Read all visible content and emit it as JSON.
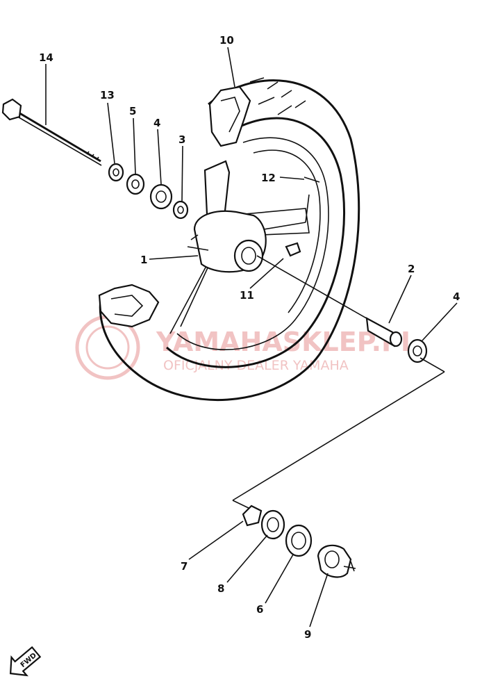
{
  "watermark": {
    "brand": "YAMAHASKLEP.PL",
    "tagline": "OFICJALNY DEALER YAMAHA",
    "color": "#f1c3c3"
  },
  "callouts": [
    {
      "id": "1",
      "label": "1"
    },
    {
      "id": "2",
      "label": "2"
    },
    {
      "id": "3",
      "label": "3"
    },
    {
      "id": "4a",
      "label": "4"
    },
    {
      "id": "4b",
      "label": "4"
    },
    {
      "id": "5",
      "label": "5"
    },
    {
      "id": "6",
      "label": "6"
    },
    {
      "id": "7",
      "label": "7"
    },
    {
      "id": "8",
      "label": "8"
    },
    {
      "id": "9",
      "label": "9"
    },
    {
      "id": "10",
      "label": "10"
    },
    {
      "id": "11",
      "label": "11"
    },
    {
      "id": "12",
      "label": "12"
    },
    {
      "id": "13",
      "label": "13"
    },
    {
      "id": "14",
      "label": "14"
    }
  ],
  "direction_marker": {
    "label": "FWD",
    "icon": "fwd-arrow-icon"
  }
}
